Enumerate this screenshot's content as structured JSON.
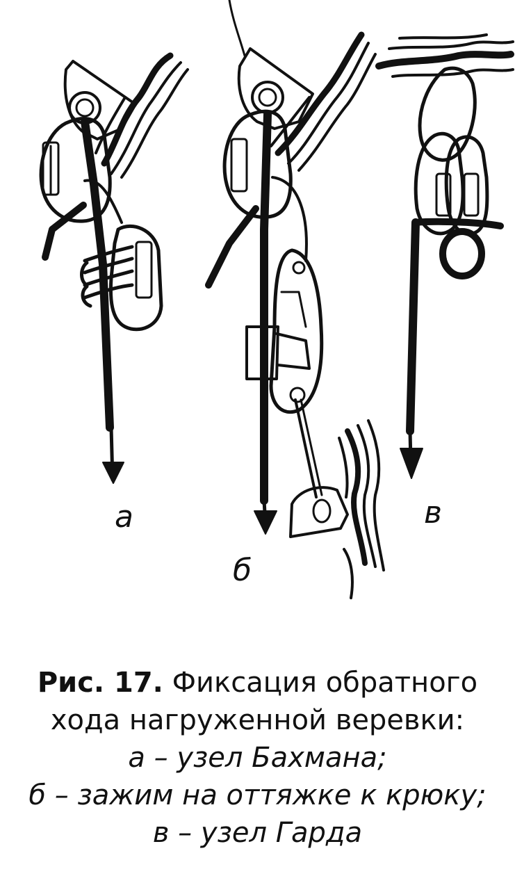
{
  "figure": {
    "labels": {
      "a": "а",
      "b": "б",
      "v": "в"
    }
  },
  "caption": {
    "fig_no": "Рис. 17.",
    "title_part1": " Фиксация обратного",
    "title_part2": "хода нагруженной веревки:",
    "item_a": "а – узел Бахмана;",
    "item_b": "б – зажим на оттяжке к крюку;",
    "item_v": "в – узел Гарда"
  },
  "colors": {
    "ink": "#111111",
    "paper": "#ffffff"
  }
}
